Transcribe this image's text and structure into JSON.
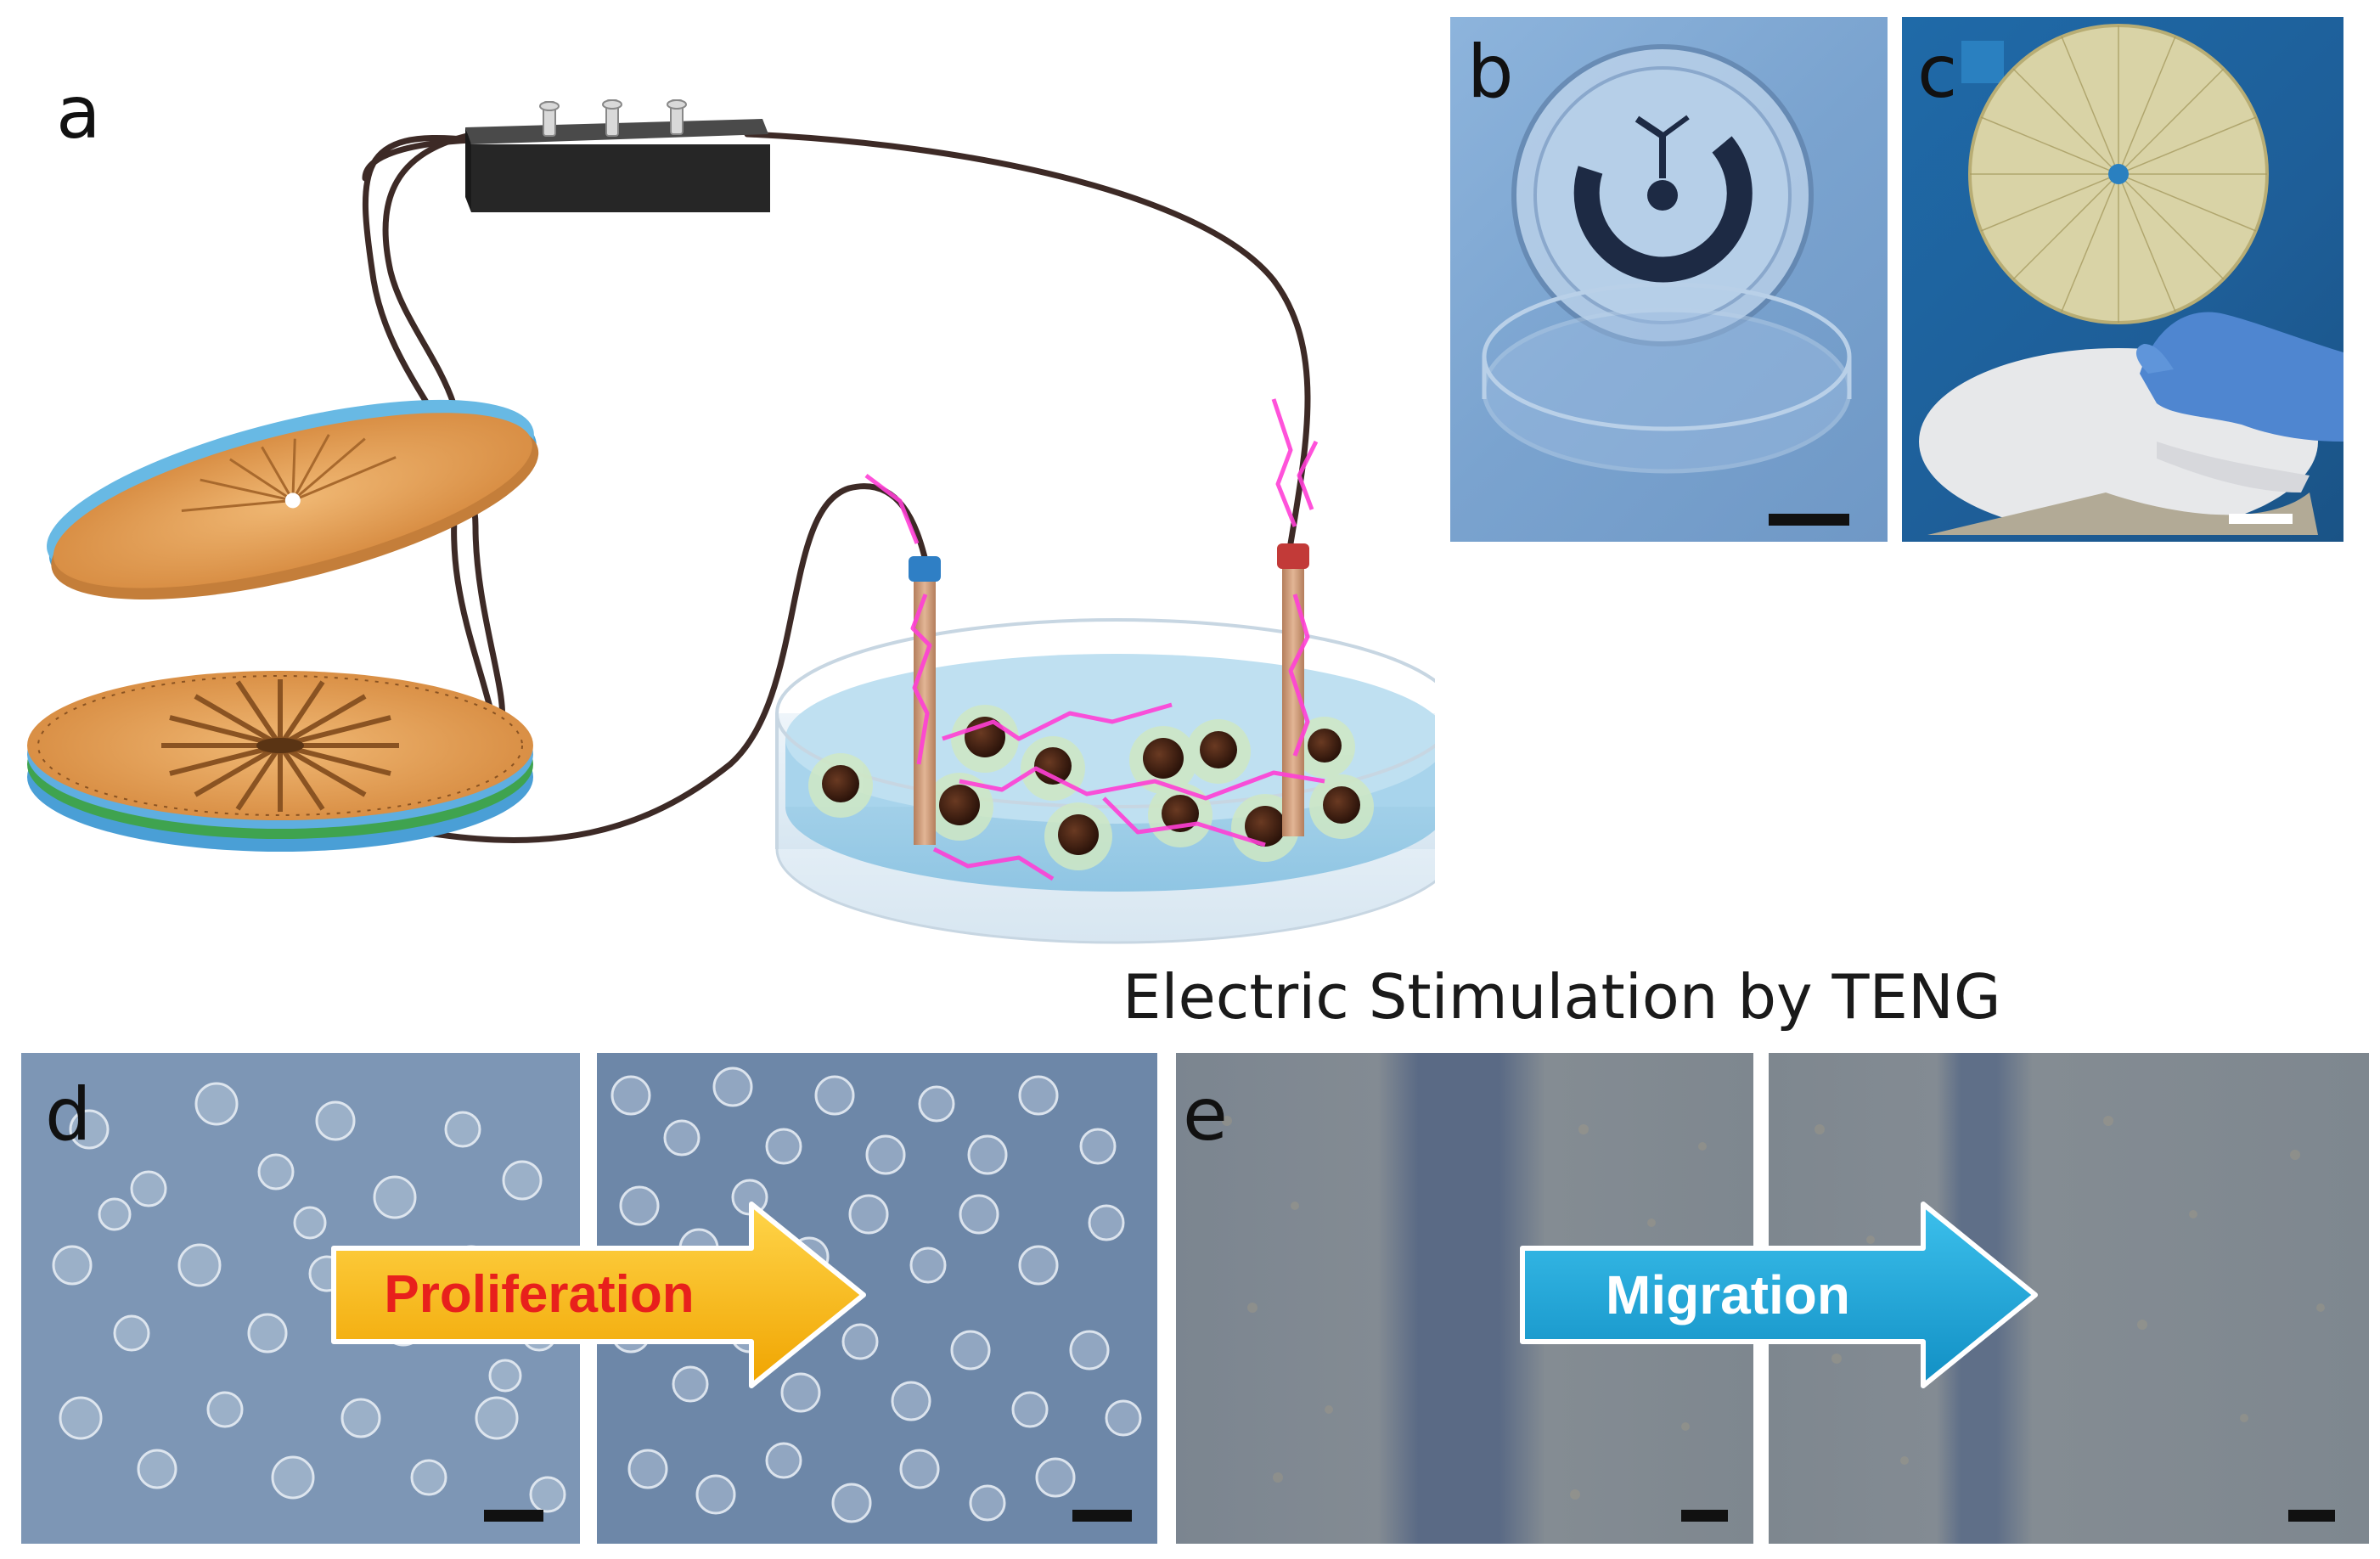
{
  "panels": {
    "a": "a",
    "b": "b",
    "c": "c",
    "d": "d",
    "e": "e"
  },
  "caption": "Electric Stimulation by TENG",
  "arrows": {
    "proliferation": "Proliferation",
    "migration": "Migration"
  },
  "colors": {
    "dish_liquid": "#a9d3ea",
    "teng_orange": "#e2a35e",
    "teng_blue": "#5fb7e2",
    "spark_magenta": "#ff3fd6",
    "arrow_blue": "#5bb8e6",
    "proliferation_fill": "#ffbf1a",
    "proliferation_text": "#e8201c",
    "migration_fill": "#1aa6d9",
    "photo_blue": "#7fa6cf"
  },
  "icons": [
    "power-box-icon",
    "electrode-icon",
    "cell-icon",
    "spark-icon",
    "scale-bar-icon"
  ]
}
